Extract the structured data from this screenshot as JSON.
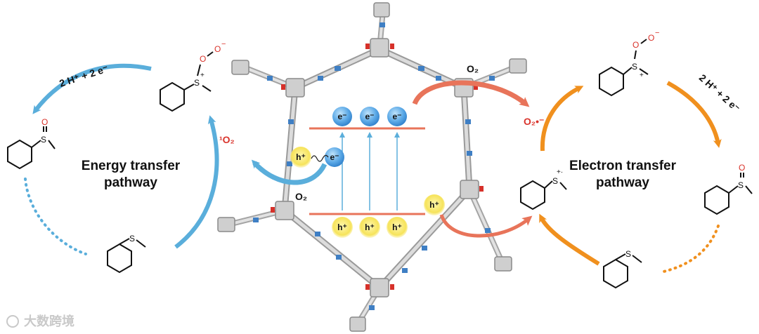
{
  "left_cycle": {
    "title_line1": "Energy transfer",
    "title_line2": "pathway",
    "step_label": "2 H⁺ + 2 e⁻",
    "singlet_oxygen": "¹O₂",
    "colors": {
      "arrow": "#5aaedb",
      "dots": "#5aaedb"
    }
  },
  "right_cycle": {
    "title_line1": "Electron transfer",
    "title_line2": "pathway",
    "step_label": "2 H⁺ + 2 e⁻",
    "superoxide": "O₂•⁻",
    "colors": {
      "arrow": "#f0901e",
      "dots": "#f0901e"
    }
  },
  "center": {
    "electron_label": "e⁻",
    "hole_label": "h⁺",
    "oxygen_top": "O₂",
    "oxygen_bottom": "O₂",
    "colors": {
      "band": "#e8745a",
      "electron": "#3d8fd6",
      "hole": "#f7df3a",
      "transition": "#5aaedb"
    }
  },
  "molecules": {
    "thioanisole_left": "thioanisole",
    "thioanisole_right": "thioanisole",
    "sulfoxide_left": "methyl phenyl sulfoxide",
    "sulfoxide_right": "methyl phenyl sulfoxide",
    "persulfoxide_left": "persulfoxide",
    "persulfoxide_right": "persulfoxide",
    "radical_cation": "thioanisole radical cation"
  },
  "atoms": {
    "S": "S",
    "O": "O",
    "plus": "+",
    "minus": "−",
    "dot_plus": "+·"
  },
  "watermark": "大数跨境"
}
